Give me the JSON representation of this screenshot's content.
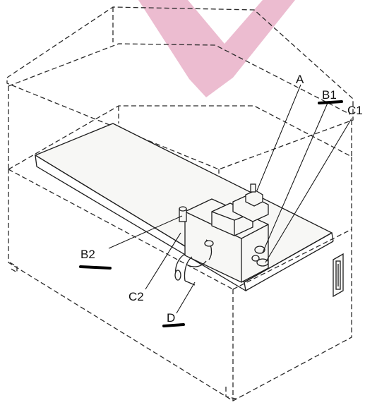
{
  "callouts": {
    "a": "A",
    "b1": "B1",
    "c1": "C1",
    "b2": "B2",
    "c2": "C2",
    "d": "D"
  },
  "colors": {
    "line": "#1e1e1e",
    "watermark": "#e9b0c8"
  }
}
